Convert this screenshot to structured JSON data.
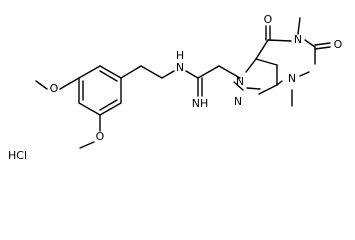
{
  "structure": {
    "atom_labels": {
      "nh": "N",
      "h_on_nh": "H",
      "imine": "NH",
      "o_top": "O",
      "o_right": "O",
      "n1": "N",
      "n3": "N",
      "n7": "N",
      "n9": "N",
      "o_methoxy_upper": "O",
      "o_methoxy_lower": "O"
    },
    "salt": "HCl"
  }
}
